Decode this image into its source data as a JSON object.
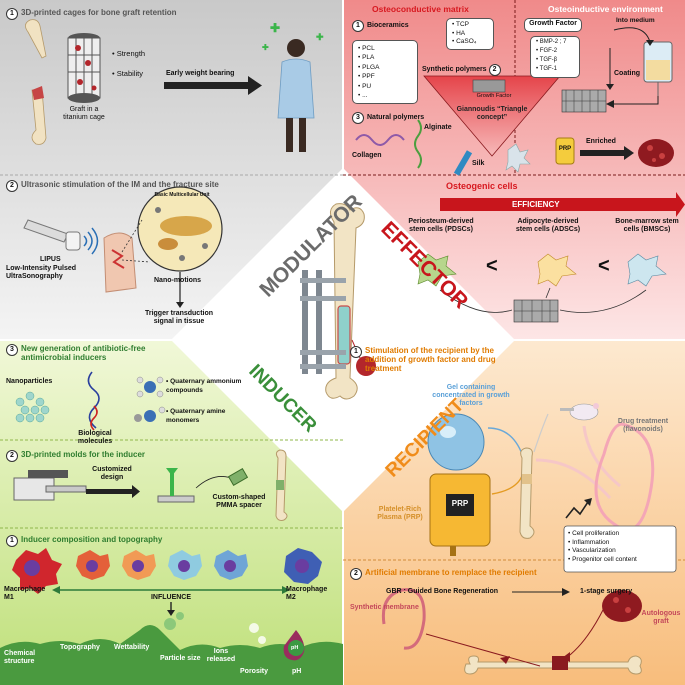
{
  "quadrants": {
    "modulator": "MODULATOR",
    "effector": "EFFECTOR",
    "inducer": "INDUCER",
    "recipient": "RECIPIENT"
  },
  "modulator": {
    "s1_title": "3D-printed cages for bone graft retention",
    "s1_bullets": [
      "Strength",
      "Stability"
    ],
    "graft_label": "Graft in a titanium cage",
    "weight_bearing": "Early weight bearing",
    "s2_title": "Ultrasonic stimulation of the IM and the fracture site",
    "lipus_abbr": "LIPUS",
    "lipus_full": "Low-Intensity Pulsed UltraSonography",
    "bmu": "Basic Multicellular Unit",
    "nano": "Nano-motions",
    "trigger": "Trigger transduction signal in tissue"
  },
  "effector": {
    "matrix_title": "Osteoconductive matrix",
    "environment_title": "Osteoinductive environment",
    "bioceramics": "Bioceramics",
    "ceramics": [
      "TCP",
      "HA",
      "CaSO₄"
    ],
    "polymers": [
      "PCL",
      "PLA",
      "PLGA",
      "PPF",
      "PU",
      "..."
    ],
    "synthetic_polymers": "Synthetic polymers",
    "natural_polymers": "Natural polymers",
    "alginate": "Alginate",
    "collagen": "Collagen",
    "silk": "Silk",
    "growth_factor": "Growth Factor",
    "factors": [
      "BMP-2 ; 7",
      "FGF-2",
      "TGF-β",
      "TGF-1"
    ],
    "into_medium": "Into medium",
    "coating": "Coating",
    "gf_small": "Growth Factor",
    "giannoudis": "Giannoudis “Triangle concept”",
    "prp": "PRP",
    "enriched": "Enriched",
    "osteogenic_title": "Osteogenic cells",
    "efficiency": "EFFICIENCY",
    "cells": [
      "Periosteum-derived stem cells (PDSCs)",
      "Adipocyte-derived stem cells (ADSCs)",
      "Bone-marrow stem cells (BMSCs)"
    ],
    "less_than": "<"
  },
  "inducer": {
    "s3_title": "New generation of antibiotic-free antimicrobial inducers",
    "nanoparticles": "Nanoparticles",
    "bio_molecules": "Biological molecules",
    "qac": "Quaternary ammonium compounds",
    "qam": "Quaternary amine monomers",
    "s2_title": "3D-printed molds for the inducer",
    "customized": "Customized design",
    "spacer": "Custom-shaped PMMA spacer",
    "s1_title": "Inducer composition and topography",
    "m1": "Macrophage M1",
    "m2": "Macrophage M2",
    "influence": "INFLUENCE",
    "factors": [
      "Chemical structure",
      "Topography",
      "Wettability",
      "Particle size",
      "Ions released",
      "Porosity",
      "pH"
    ],
    "ph_badge": "pH"
  },
  "recipient": {
    "s1_title": "Stimulation of the recipient by the addition of growth factor and drug treatment",
    "gel": "Gel containing concentrated in growth factors",
    "drug": "Drug treatment (flavonoids)",
    "prp_bag": "PRP",
    "prp_full": "Platelet-Rich Plasma (PRP)",
    "effects": [
      "Cell proliferation",
      "Inflammation",
      "Vascularization",
      "Progenitor cell content"
    ],
    "s2_title": "Artificial membrane to remplace the recipient",
    "gbr": "GBR : Guided Bone Regeneration",
    "one_stage": "1-stage surgery",
    "synthetic_membrane": "Synthetic membrane",
    "autologous": "Autologous graft"
  },
  "numbers": {
    "n1": "1",
    "n2": "2",
    "n3": "3"
  },
  "colors": {
    "modulator_bg": "#d9d9d9",
    "effector_bg": "#f39a9a",
    "inducer_bg": "#d6ec9a",
    "recipient_bg": "#fbd5a6",
    "effector_title": "#d71920",
    "inducer_title": "#2f7d2f",
    "recipient_title": "#e07b00"
  }
}
